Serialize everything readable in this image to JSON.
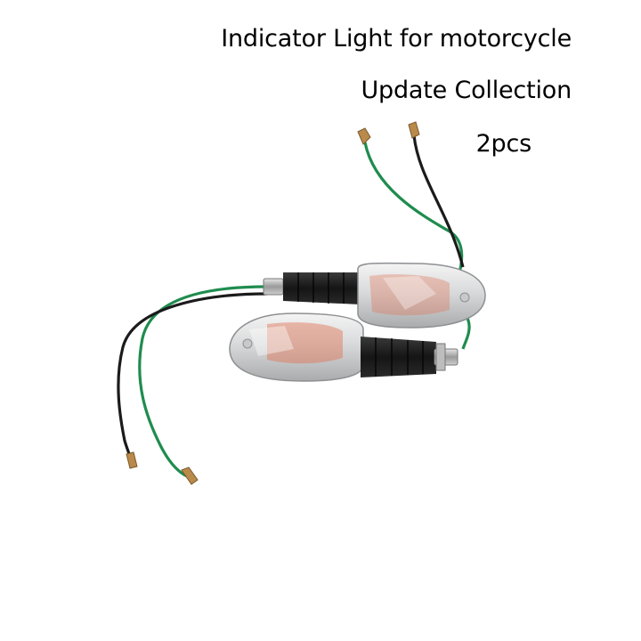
{
  "caption": {
    "title": "Indicator Light for motorcycle",
    "subtitle": "Update Collection",
    "quantity": "2pcs"
  },
  "colors": {
    "background": "#ffffff",
    "wire_green": "#1f8c4e",
    "wire_black": "#1b1b1b",
    "rubber_stem": "#1c1c1c",
    "terminal": "#b98a4a",
    "inner_reflector": "#e07050"
  }
}
